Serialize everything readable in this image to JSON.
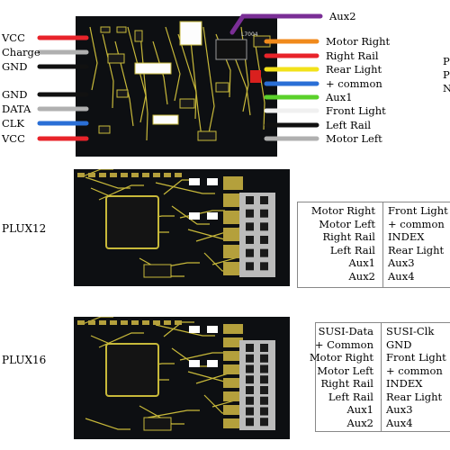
{
  "top_decoder": {
    "left_labels": [
      "VCC",
      "Charge",
      "GND",
      "GND",
      "DATA",
      "CLK",
      "VCC"
    ],
    "left_wire_colors": [
      "#e8232a",
      "#b0b0b0",
      "#111111",
      "#111111",
      "#b0b0b0",
      "#2a6fd6",
      "#e8232a"
    ],
    "top_right_label": "Aux2",
    "top_right_wire_color": "#7a2e96",
    "right_labels": [
      "Motor Right",
      "Right Rail",
      "Rear Light",
      "+ common",
      "Aux1",
      "Front Light",
      "Left Rail",
      "Motor Left"
    ],
    "right_wire_colors": [
      "#f08a1c",
      "#e8232a",
      "#f2e21a",
      "#2a6fd6",
      "#5ad12a",
      "#f0f0f0",
      "#111111",
      "#b0b0b0"
    ],
    "chip_label": "L7004",
    "edge_letters": [
      "P",
      "P",
      "N"
    ]
  },
  "plux12": {
    "title": "PLUX12",
    "left_column": [
      "Motor Right",
      "Motor Left",
      "Right Rail",
      "Left Rail",
      "Aux1",
      "Aux2"
    ],
    "right_column": [
      "Front Light",
      "+ common",
      "INDEX",
      "Rear Light",
      "Aux3",
      "Aux4"
    ]
  },
  "plux16": {
    "title": "PLUX16",
    "left_column": [
      "SUSI-Data",
      "+ Common",
      "Motor Right",
      "Motor  Left",
      "Right Rail",
      "Left Rail",
      "Aux1",
      "Aux2"
    ],
    "right_column": [
      "SUSI-Clk",
      "GND",
      "Front Light",
      "+ common",
      "INDEX",
      "Rear Light",
      "Aux3",
      "Aux4"
    ]
  },
  "colors": {
    "pcb": "#0d0f12",
    "trace": "#c8b93a",
    "gold_pad": "#b4a03c",
    "pin_block": "#bbbbbb"
  }
}
